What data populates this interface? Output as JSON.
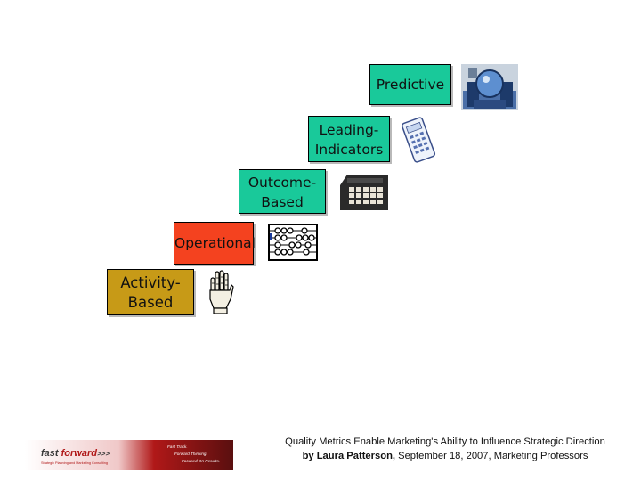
{
  "steps": [
    {
      "id": "predictive",
      "lines": [
        "Predictive"
      ],
      "color": "#19c99a"
    },
    {
      "id": "leading-indicators",
      "lines": [
        "Leading-",
        "Indicators"
      ],
      "color": "#19c99a"
    },
    {
      "id": "outcome-based",
      "lines": [
        "Outcome-",
        "Based"
      ],
      "color": "#19c99a"
    },
    {
      "id": "operational",
      "lines": [
        "Operational"
      ],
      "color": "#f4421f"
    },
    {
      "id": "activity-based",
      "lines": [
        "Activity-",
        "Based"
      ],
      "color": "#c79a17"
    }
  ],
  "icons": {
    "predictive": "crystal-ball-machine-icon",
    "leading_indicators": "calculator-icon",
    "outcome_based": "adding-machine-icon",
    "operational": "abacus-icon",
    "activity_based": "counting-hand-icon"
  },
  "footer": {
    "line1": "Quality Metrics Enable Marketing's Ability to Influence Strategic Direction",
    "line2_author": "by Laura Patterson,",
    "line2_rest": " September 18, 2007, Marketing Professors"
  },
  "logo": {
    "brand_part1": "fast ",
    "brand_part2": "forward",
    "arrows": ">>>",
    "tagline": "Strategic Planning and Marketing Consulting",
    "slogan_line1": "Fast Track.",
    "slogan_line2": "Forward Thinking.",
    "slogan_line3": "Focused On Results.",
    "colors": {
      "red": "#b01818",
      "dark": "#3a3a3a"
    }
  }
}
